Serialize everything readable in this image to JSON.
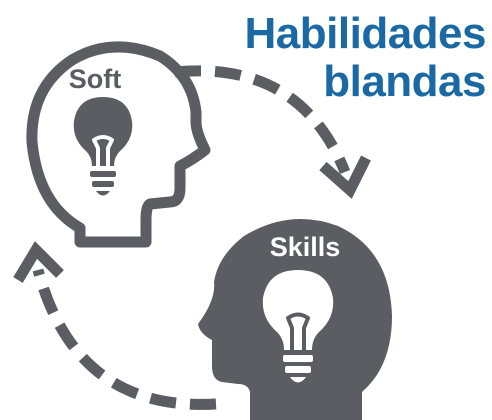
{
  "title": {
    "line1": "Habilidades",
    "line2": "blandas"
  },
  "heads": {
    "outline_label": "Soft",
    "filled_label": "Skills"
  },
  "colors": {
    "accent": "#1a69a5",
    "icon": "#5b5d63",
    "background": "#ffffff"
  },
  "icons": [
    "head-outline-icon",
    "head-filled-icon",
    "lightbulb-icon",
    "dashed-arrow-icon"
  ]
}
